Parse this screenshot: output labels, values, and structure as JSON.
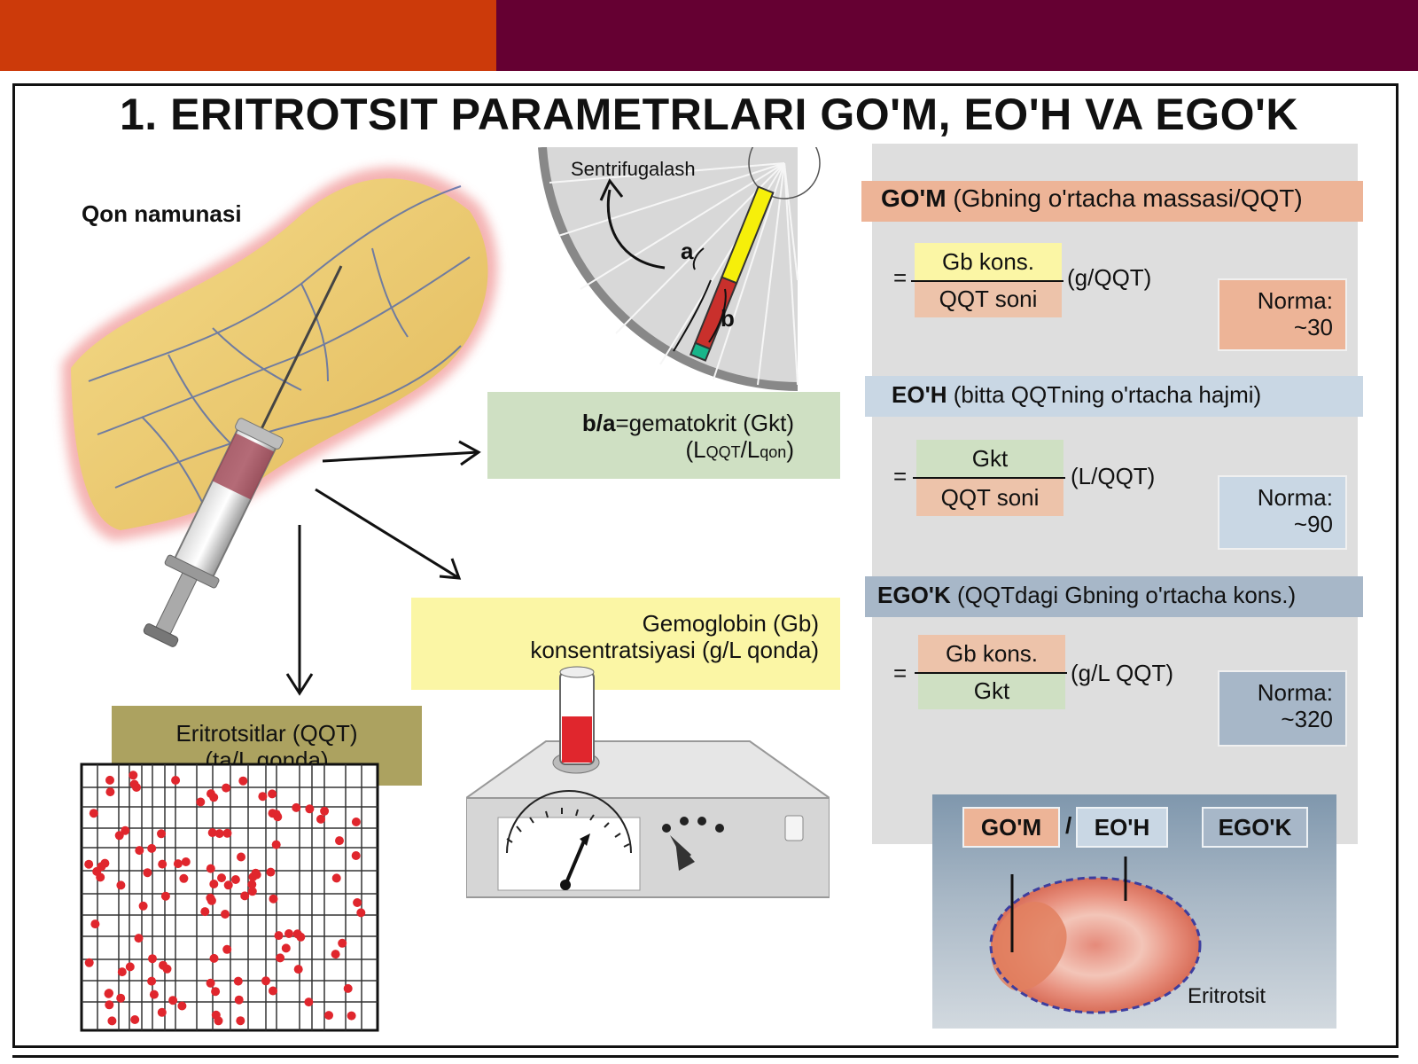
{
  "title": "1.  ERITROTSIT PARAMETRLARI GO'M, EO'H VA EGO'K",
  "left": {
    "sample_label": "Qon namunasi"
  },
  "centrifuge": {
    "label": "Sentrifugalash",
    "a": "a",
    "b": "b"
  },
  "hematocrit": {
    "bold": "b/a",
    "rest": "=gematokrit (Gkt)",
    "line2_L1": "L",
    "line2_sub1": "QQT",
    "line2_slash": "/L",
    "line2_sub2": "qon",
    "line2_close": ")",
    "line2_open": "("
  },
  "hemoglobin": {
    "line1": "Gemoglobin (Gb)",
    "line2": "konsentratsiyasi (g/L qonda)"
  },
  "erythrocytes": {
    "line1": "Eritrotsitlar (QQT)",
    "line2": "(ta/L qonda)"
  },
  "params": [
    {
      "abbr": "GO'M",
      "desc": "(Gbning o'rtacha massasi/QQT)",
      "eq": "=",
      "numerator": "Gb kons.",
      "denominator": "QQT soni",
      "unit": "(g/QQT)",
      "norma_label": "Norma:",
      "norma_value": "~30"
    },
    {
      "abbr": "EO'H",
      "desc": "(bitta QQTning o'rtacha hajmi)",
      "eq": "=",
      "numerator": "Gkt",
      "denominator": "QQT soni",
      "unit": "(L/QQT)",
      "norma_label": "Norma:",
      "norma_value": "~90"
    },
    {
      "abbr": "EGO'K",
      "desc": "(QQTdagi Gbning o'rtacha kons.)",
      "eq": "=",
      "numerator": "Gb kons.",
      "denominator": "Gkt",
      "unit": "(g/L QQT)",
      "norma_label": "Norma:",
      "norma_value": "~320"
    }
  ],
  "cell": {
    "tag1": "GO'M",
    "slash": "/",
    "tag2": "EO'H",
    "tag3": "EGO'K",
    "caption": "Eritrotsit"
  },
  "colors": {
    "bar_left": "#cc3a0a",
    "bar_right": "#650032",
    "orange": "#edb497",
    "light_blue": "#c9d7e4",
    "steel_blue": "#a7b7c8",
    "yellow": "#fbf6a5",
    "green": "#cfe0c3",
    "olive": "#aca260",
    "blood_red": "#e0262d"
  }
}
